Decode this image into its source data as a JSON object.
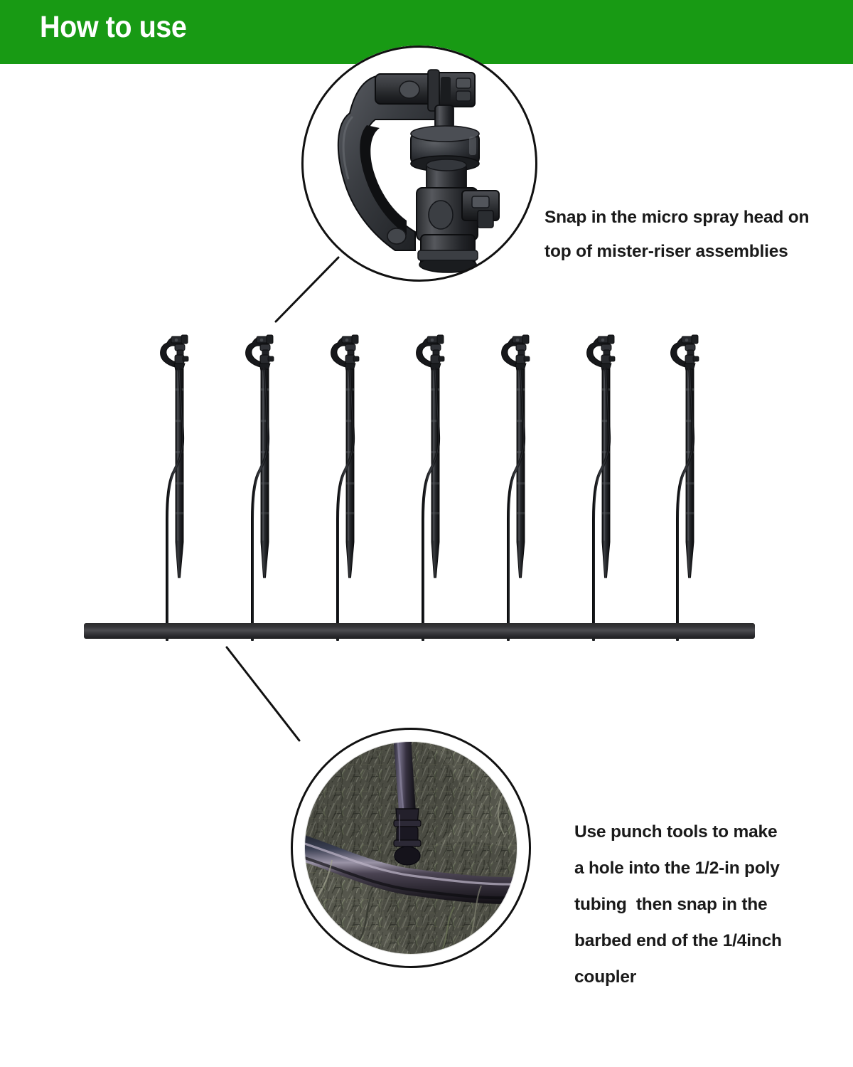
{
  "header": {
    "title": "How to use",
    "band_color": "#189a14",
    "title_color": "#ffffff"
  },
  "callouts": [
    {
      "id": "spray-head",
      "image_name": "micro-spray-head-photo",
      "image_description": "Close-up photo of a black plastic micro spray head with C-shaped bracket arm",
      "caption_lines": [
        "Snap in the micro spray head on",
        "top of mister-riser assemblies"
      ]
    },
    {
      "id": "tubing-photo",
      "image_name": "poly-tubing-in-grass-photo",
      "image_description": "Photo of 1/2-in black poly tubing lying in grass with a 1/4-in barbed coupler and riser tube snapped into it",
      "caption_lines": [
        "Use punch tools to make",
        "a hole into the 1/2-in poly",
        "tubing  then snap in the",
        "barbed end of the 1/4inch",
        "coupler"
      ]
    }
  ],
  "diagram": {
    "name": "mister-riser-assembly-row",
    "riser_count": 7,
    "riser_label": "mister-riser assembly",
    "tubing_label": "1/2-in poly tubing",
    "tubing_color": "#343437",
    "riser_color": "#121214"
  },
  "colors": {
    "green": "#189a14",
    "black": "#111111",
    "text": "#1a1a1a",
    "background": "#ffffff"
  }
}
